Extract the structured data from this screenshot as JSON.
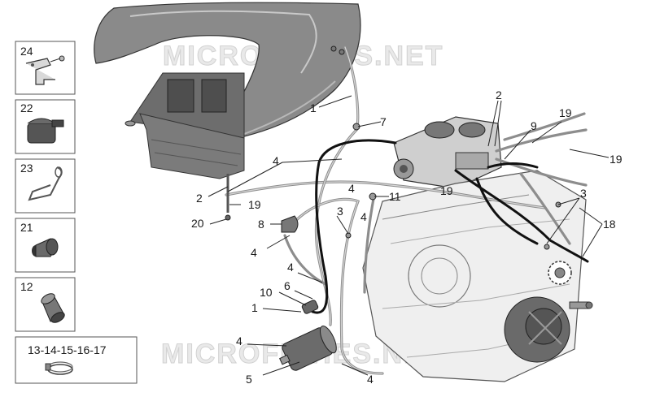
{
  "watermark": "MICROFICHES.NET",
  "insets": [
    {
      "label": "24",
      "icon": "bracket-icon"
    },
    {
      "label": "22",
      "icon": "clip-block-icon"
    },
    {
      "label": "23",
      "icon": "spring-clip-icon"
    },
    {
      "label": "21",
      "icon": "rubber-cap-icon"
    },
    {
      "label": "12",
      "icon": "sleeve-icon"
    },
    {
      "label": "13-14-15-16-17",
      "icon": "hose-clamp-icon"
    }
  ],
  "callouts": {
    "c1a": "1",
    "c1b": "1",
    "c2a": "2",
    "c2b": "2",
    "c3a": "3",
    "c3b": "3",
    "c4a": "4",
    "c4b": "4",
    "c4c": "4",
    "c4d": "4",
    "c4e": "4",
    "c4f": "4",
    "c4g": "4",
    "c5": "5",
    "c6": "6",
    "c7": "7",
    "c8": "8",
    "c9": "9",
    "c10": "10",
    "c11": "11",
    "c18": "18",
    "c19a": "19",
    "c19b": "19",
    "c19c": "19",
    "c19d": "19",
    "c20": "20"
  }
}
